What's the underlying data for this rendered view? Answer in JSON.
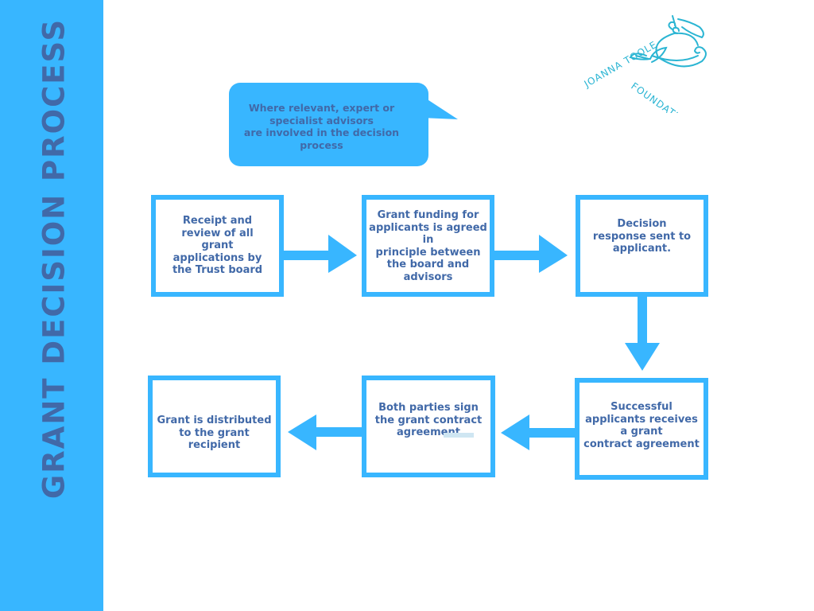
{
  "sidebar": {
    "title": "GRANT DECISION PROCESS",
    "color": "#38b6ff",
    "title_color": "#4169a8"
  },
  "logo": {
    "line1": "JOANNA TOOLE",
    "line2": "FOUNDATION",
    "color": "#2bb5d3"
  },
  "callout": {
    "text_lines": [
      "Where relevant, expert or",
      "specialist advisors",
      "are involved in the decision",
      "process"
    ]
  },
  "steps": [
    {
      "id": 1,
      "lines": [
        "Receipt and",
        "review of all",
        "grant",
        "applications by",
        "the Trust board"
      ]
    },
    {
      "id": 2,
      "lines": [
        "Grant funding for",
        "applicants is agreed",
        "in",
        "principle between",
        "the board and",
        "advisors"
      ]
    },
    {
      "id": 3,
      "lines": [
        "Decision",
        "response sent to",
        "applicant."
      ]
    },
    {
      "id": 4,
      "lines": [
        "Successful",
        "applicants receives",
        "a grant",
        "contract agreement"
      ]
    },
    {
      "id": 5,
      "lines": [
        "Both parties sign",
        "the grant contract",
        "agreement"
      ]
    },
    {
      "id": 6,
      "lines": [
        "Grant is distributed",
        "to the grant",
        "recipient"
      ]
    }
  ],
  "flow": [
    {
      "from": 1,
      "to": 2,
      "direction": "right"
    },
    {
      "from": 2,
      "to": 3,
      "direction": "right"
    },
    {
      "from": 3,
      "to": 4,
      "direction": "down"
    },
    {
      "from": 4,
      "to": 5,
      "direction": "left"
    },
    {
      "from": 5,
      "to": 6,
      "direction": "left"
    }
  ],
  "colors": {
    "accent": "#38b6ff",
    "text": "#4169a8",
    "background": "#ffffff"
  }
}
